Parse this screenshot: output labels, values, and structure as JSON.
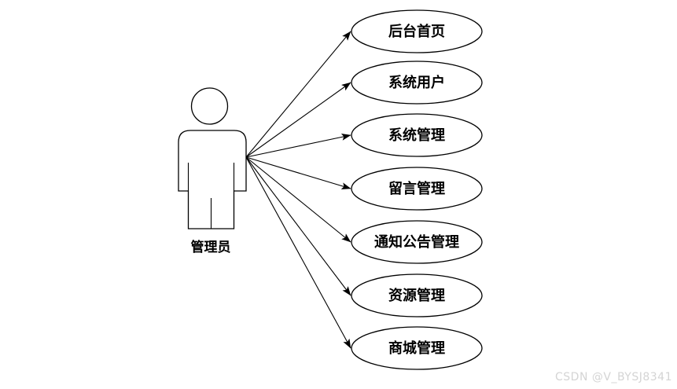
{
  "diagram": {
    "type": "uml-use-case",
    "actor": {
      "label": "管理员"
    },
    "use_cases": [
      {
        "label": "后台首页"
      },
      {
        "label": "系统用户"
      },
      {
        "label": "系统管理"
      },
      {
        "label": "留言管理"
      },
      {
        "label": "通知公告管理"
      },
      {
        "label": "资源管理"
      },
      {
        "label": "商城管理"
      }
    ]
  },
  "watermark": {
    "text": "CSDN @V_BYSJ8341"
  },
  "colors": {
    "background": "#ffffff",
    "stroke": "#000000",
    "shape_fill": "#ffffff",
    "text": "#000000",
    "watermark_text": "#d4d4d4"
  }
}
